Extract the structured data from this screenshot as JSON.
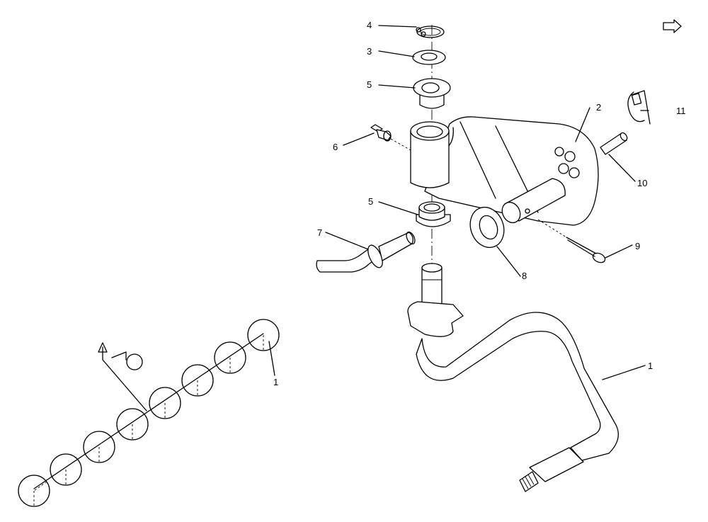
{
  "callouts": {
    "c1_main": "1",
    "c1_chain": "1",
    "c2": "2",
    "c3": "3",
    "c4": "4",
    "c5_top": "5",
    "c5_low": "5",
    "c6": "6",
    "c7": "7",
    "c8": "8",
    "c9": "9",
    "c10": "10",
    "c11": "11"
  },
  "icons": {
    "orientation": "arrow-orientation-icon"
  }
}
